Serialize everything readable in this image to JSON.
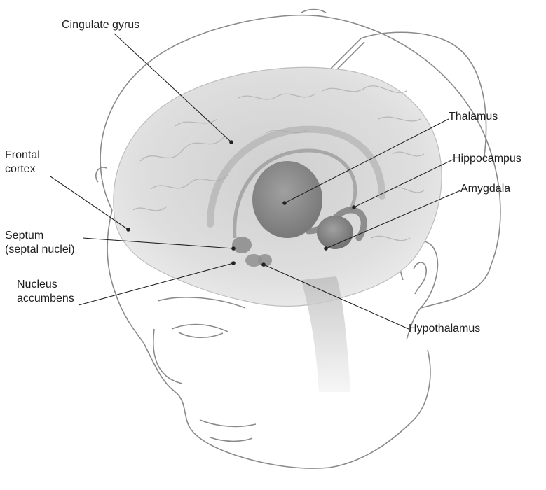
{
  "labels": {
    "cingulate_gyrus": "Cingulate gyrus",
    "frontal_cortex_line1": "Frontal",
    "frontal_cortex_line2": "cortex",
    "septum_line1": "Septum",
    "septum_line2": "(septal nuclei)",
    "nucleus_accumbens_line1": "Nucleus",
    "nucleus_accumbens_line2": "accumbens",
    "thalamus": "Thalamus",
    "hippocampus": "Hippocampus",
    "amygdala": "Amygdala",
    "hypothalamus": "Hypothalamus"
  },
  "colors": {
    "text": "#1e1e1e",
    "leader_line": "#222222",
    "head_outline": "#8a8a8a",
    "brain_fill": "#dcdcdc",
    "limbic_fill": "#8f8f8f"
  }
}
